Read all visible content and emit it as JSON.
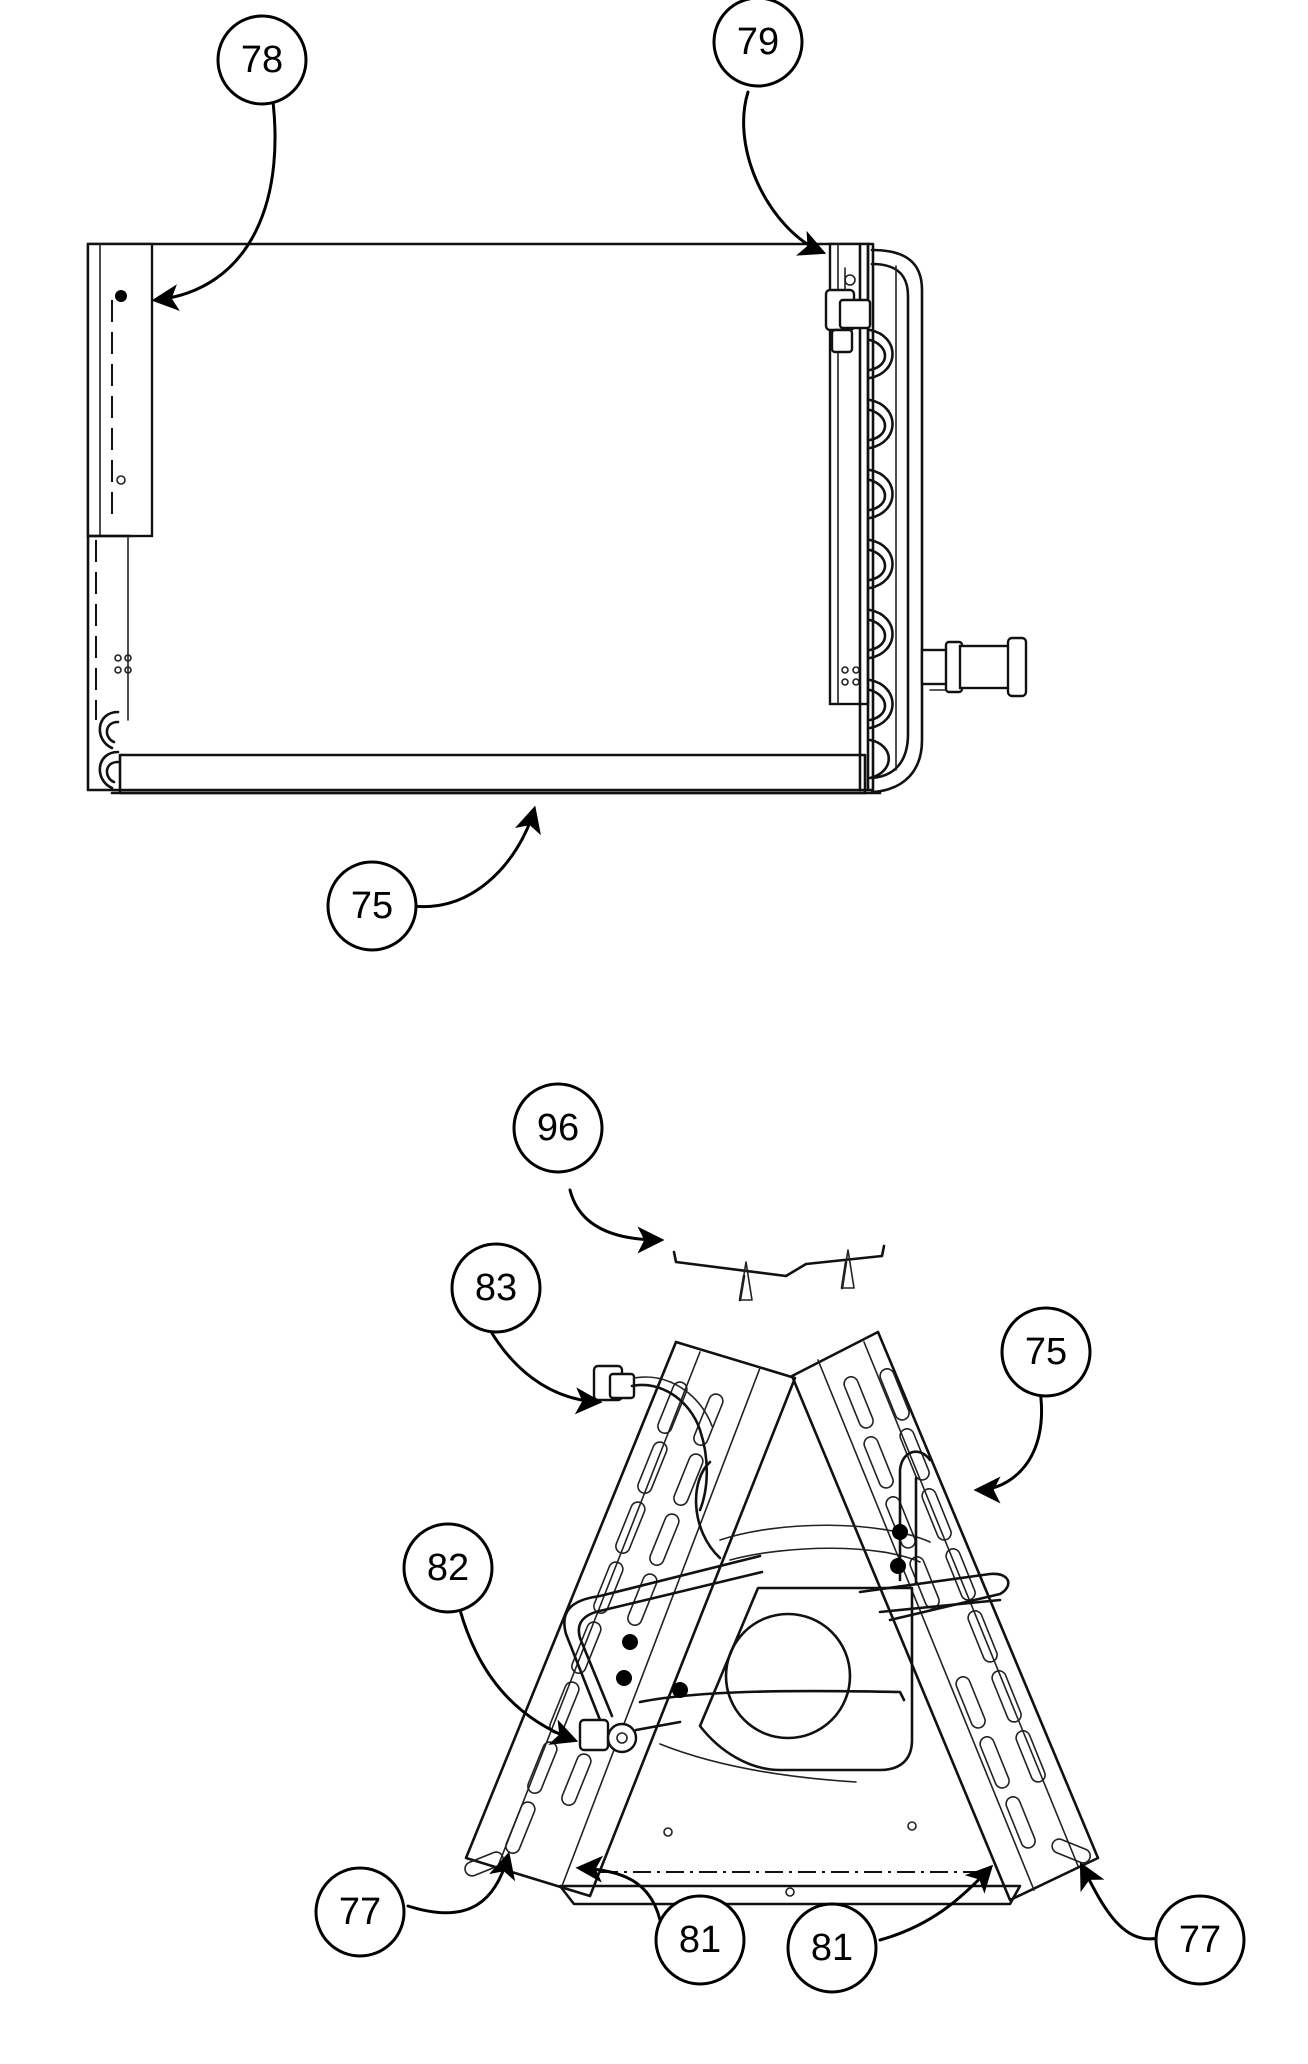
{
  "callouts": {
    "c78": "78",
    "c79": "79",
    "c75_top": "75",
    "c96": "96",
    "c83": "83",
    "c75_bottom": "75",
    "c82": "82",
    "c77_left": "77",
    "c81_left": "81",
    "c81_right": "81",
    "c77_right": "77"
  }
}
